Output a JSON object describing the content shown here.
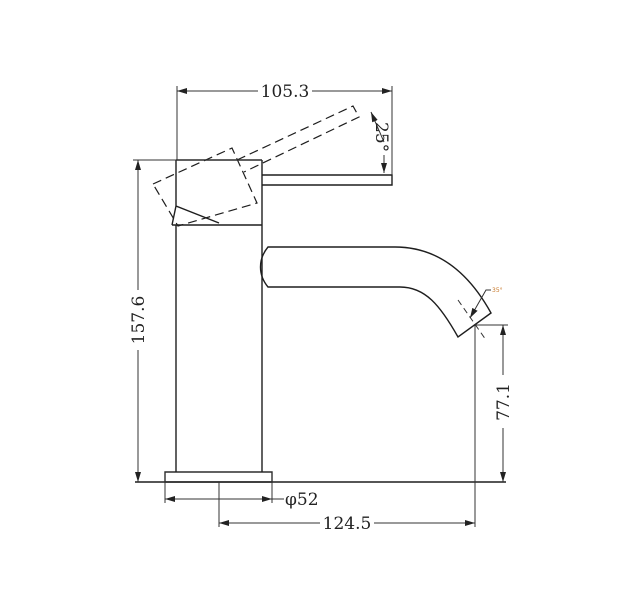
{
  "dimensions": {
    "handle_reach": "105.3",
    "handle_angle": "25°",
    "total_height": "157.6",
    "spout_angle": "35°",
    "spout_height": "77.1",
    "base_diameter": "φ52",
    "spout_reach": "124.5"
  },
  "colors": {
    "line": "#1e1e1e",
    "angle_callout": "#c8782a"
  }
}
